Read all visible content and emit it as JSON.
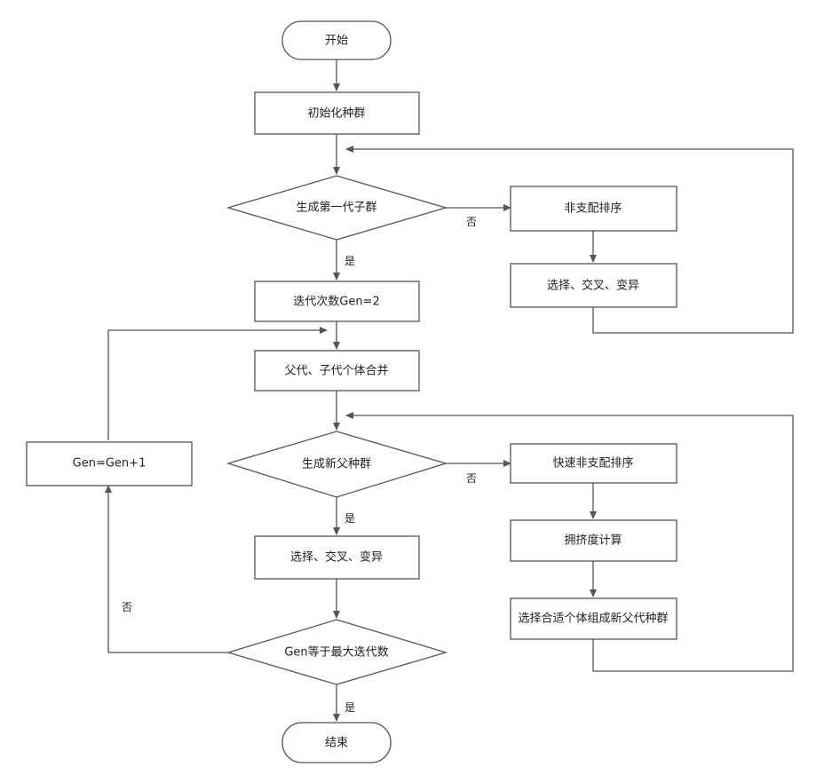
{
  "nodes": {
    "start": "开始",
    "init_population": "初始化种群",
    "generated_first_offspring": "生成第一代子群",
    "nondominated_sort_1": "非支配排序",
    "select_cross_mutate_1": "选择、交叉、变异",
    "gen_set_2": "迭代次数Gen=2",
    "merge_parent_child": "父代、子代个体合并",
    "generated_new_parent": "生成新父种群",
    "fast_nondominated_sort": "快速非支配排序",
    "crowding_distance": "拥挤度计算",
    "select_new_parent": "选择合适个体组成新父代种群",
    "select_cross_mutate_2": "选择、交叉、变异",
    "gen_less_than_max": "Gen等于最大迭代数",
    "gen_increment": "Gen=Gen+1",
    "end": "结束"
  },
  "edge_labels": {
    "no_1": "否",
    "yes_1": "是",
    "no_2": "否",
    "yes_2": "是",
    "no_3": "否",
    "yes_3": "是"
  }
}
